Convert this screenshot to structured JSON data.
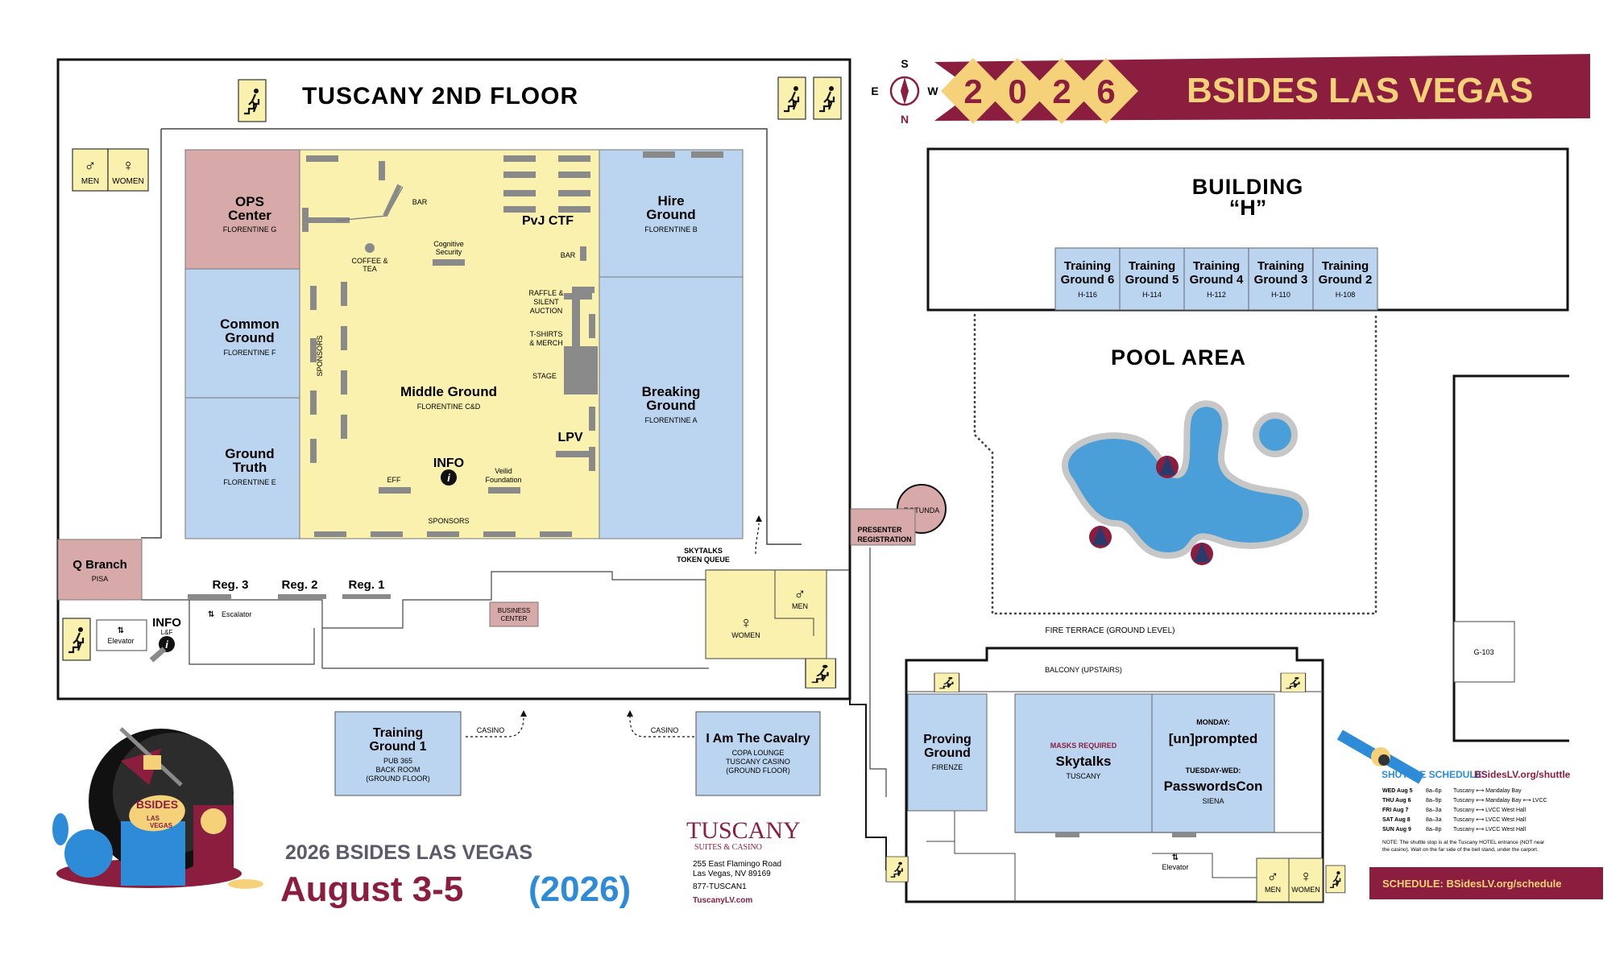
{
  "colors": {
    "maroon": "#8B1E3F",
    "gold": "#F5D27A",
    "yellow_room": "#FAF1AE",
    "blue_room": "#BBD4EF",
    "pink_room": "#D8A9A9",
    "pool": "#4A9FD8",
    "link_blue": "#2E8BD8",
    "gray_fixture": "#8A8A8A"
  },
  "header": {
    "year_digits": [
      "2",
      "0",
      "2",
      "6"
    ],
    "title": "BSIDES LAS VEGAS"
  },
  "compass": {
    "s": "S",
    "e": "E",
    "w": "W",
    "n": "N"
  },
  "tuscany": {
    "title": "TUSCANY 2ND FLOOR",
    "restroom_men": "MEN",
    "restroom_women": "WOMEN",
    "rooms": {
      "ops": {
        "name1": "OPS",
        "name2": "Center",
        "sub": "FLORENTINE G"
      },
      "common": {
        "name1": "Common",
        "name2": "Ground",
        "sub": "FLORENTINE F"
      },
      "truth": {
        "name1": "Ground",
        "name2": "Truth",
        "sub": "FLORENTINE E"
      },
      "middle": {
        "name": "Middle Ground",
        "sub": "FLORENTINE C&D"
      },
      "hire": {
        "name1": "Hire",
        "name2": "Ground",
        "sub": "FLORENTINE B"
      },
      "breaking": {
        "name1": "Breaking",
        "name2": "Ground",
        "sub": "FLORENTINE A"
      },
      "qbranch": {
        "name": "Q Branch",
        "sub": "PISA"
      },
      "business": {
        "name1": "BUSINESS",
        "name2": "CENTER"
      }
    },
    "labels": {
      "pvj": "PvJ CTF",
      "bar1": "BAR",
      "bar2": "BAR",
      "coffee1": "COFFEE &",
      "coffee2": "TEA",
      "cognitive1": "Cognitive",
      "cognitive2": "Security",
      "raffle1": "RAFFLE &",
      "raffle2": "SILENT",
      "raffle3": "AUCTION",
      "tshirts1": "T-SHIRTS",
      "tshirts2": "& MERCH",
      "stage": "STAGE",
      "lpv": "LPV",
      "info": "INFO",
      "eff": "EFF",
      "veilid1": "Veilid",
      "veilid2": "Foundation",
      "sponsors_bottom": "SPONSORS",
      "sponsors_side": "SPONSORS",
      "skytalks1": "SKYTALKS",
      "skytalks2": "TOKEN QUEUE",
      "reg3": "Reg. 3",
      "reg2": "Reg. 2",
      "reg1": "Reg. 1",
      "escalator": "Escalator",
      "elevator": "Elevator",
      "info_lobby": "INFO",
      "lf": "L&F",
      "women": "WOMEN",
      "men": "MEN"
    }
  },
  "casino": {
    "training1": {
      "name1": "Training",
      "name2": "Ground 1",
      "sub1": "PUB 365",
      "sub2": "BACK ROOM",
      "sub3": "(GROUND FLOOR)"
    },
    "casino_left": "CASINO",
    "casino_right": "CASINO",
    "cavalry": {
      "name": "I Am The Cavalry",
      "sub1": "COPA LOUNGE",
      "sub2": "TUSCANY CASINO",
      "sub3": "(GROUND FLOOR)"
    }
  },
  "presenter": {
    "line1": "PRESENTER",
    "line2": "REGISTRATION",
    "rotunda": "ROTUNDA"
  },
  "building_h": {
    "title1": "BUILDING",
    "title2": "“H”",
    "rooms": [
      {
        "name1": "Training",
        "name2": "Ground 6",
        "code": "H-116"
      },
      {
        "name1": "Training",
        "name2": "Ground 5",
        "code": "H-114"
      },
      {
        "name1": "Training",
        "name2": "Ground 4",
        "code": "H-112"
      },
      {
        "name1": "Training",
        "name2": "Ground 3",
        "code": "H-110"
      },
      {
        "name1": "Training",
        "name2": "Ground 2",
        "code": "H-108"
      }
    ]
  },
  "pool": {
    "title": "POOL AREA",
    "fire_terrace": "FIRE TERRACE (GROUND LEVEL)"
  },
  "g103": "G-103",
  "lower": {
    "balcony": "BALCONY (UPSTAIRS)",
    "proving": {
      "name1": "Proving",
      "name2": "Ground",
      "sub": "FIRENZE"
    },
    "skytalks": {
      "note": "MASKS REQUIRED",
      "name": "Skytalks",
      "sub": "TUSCANY"
    },
    "siena": {
      "monday": "MONDAY:",
      "unprompted": "[un]prompted",
      "tuesday": "TUESDAY-WED:",
      "passwords": "PasswordsCon",
      "sub": "SIENA"
    },
    "elevator": "Elevator",
    "men": "MEN",
    "women": "WOMEN"
  },
  "footer": {
    "subtitle": "2026 BSIDES LAS VEGAS",
    "dates": "August 3-5",
    "year": "(2026)",
    "tuscany_logo": "TUSCANY",
    "tuscany_logo_sub": "SUITES & CASINO",
    "address1": "255 East Flamingo Road",
    "address2": "Las Vegas, NV 89169",
    "phone": "877-TUSCAN1",
    "web": "TuscanyLV.com"
  },
  "logo": {
    "line1": "BSIDES",
    "line2": "LAS",
    "line3": "VEGAS"
  },
  "shuttle": {
    "title": "SHUTTLE SCHEDULE: ",
    "link": "BSidesLV.org/shuttle",
    "rows": [
      {
        "day": "WED Aug 5",
        "time": "8a–6p",
        "route": "Tuscany ⟷ Mandalay Bay"
      },
      {
        "day": "THU Aug 6",
        "time": "8a–9p",
        "route": "Tuscany ⟷ Mandalay Bay ⟷ LVCC"
      },
      {
        "day": "FRI Aug 7",
        "time": "8a–3a",
        "route": "Tuscany ⟷ LVCC West Hall"
      },
      {
        "day": "SAT Aug 8",
        "time": "8a–3a",
        "route": "Tuscany ⟷ LVCC West Hall"
      },
      {
        "day": "SUN Aug 9",
        "time": "8a–8p",
        "route": "Tuscany ⟷ LVCC West Hall"
      }
    ],
    "note1": "NOTE: The shuttle stop is at the Tuscany HOTEL entrance (NOT near",
    "note2": "the casino). Wait on the far side of the bell stand, under the carport.",
    "schedule": "SCHEDULE: BSidesLV.org/schedule"
  }
}
